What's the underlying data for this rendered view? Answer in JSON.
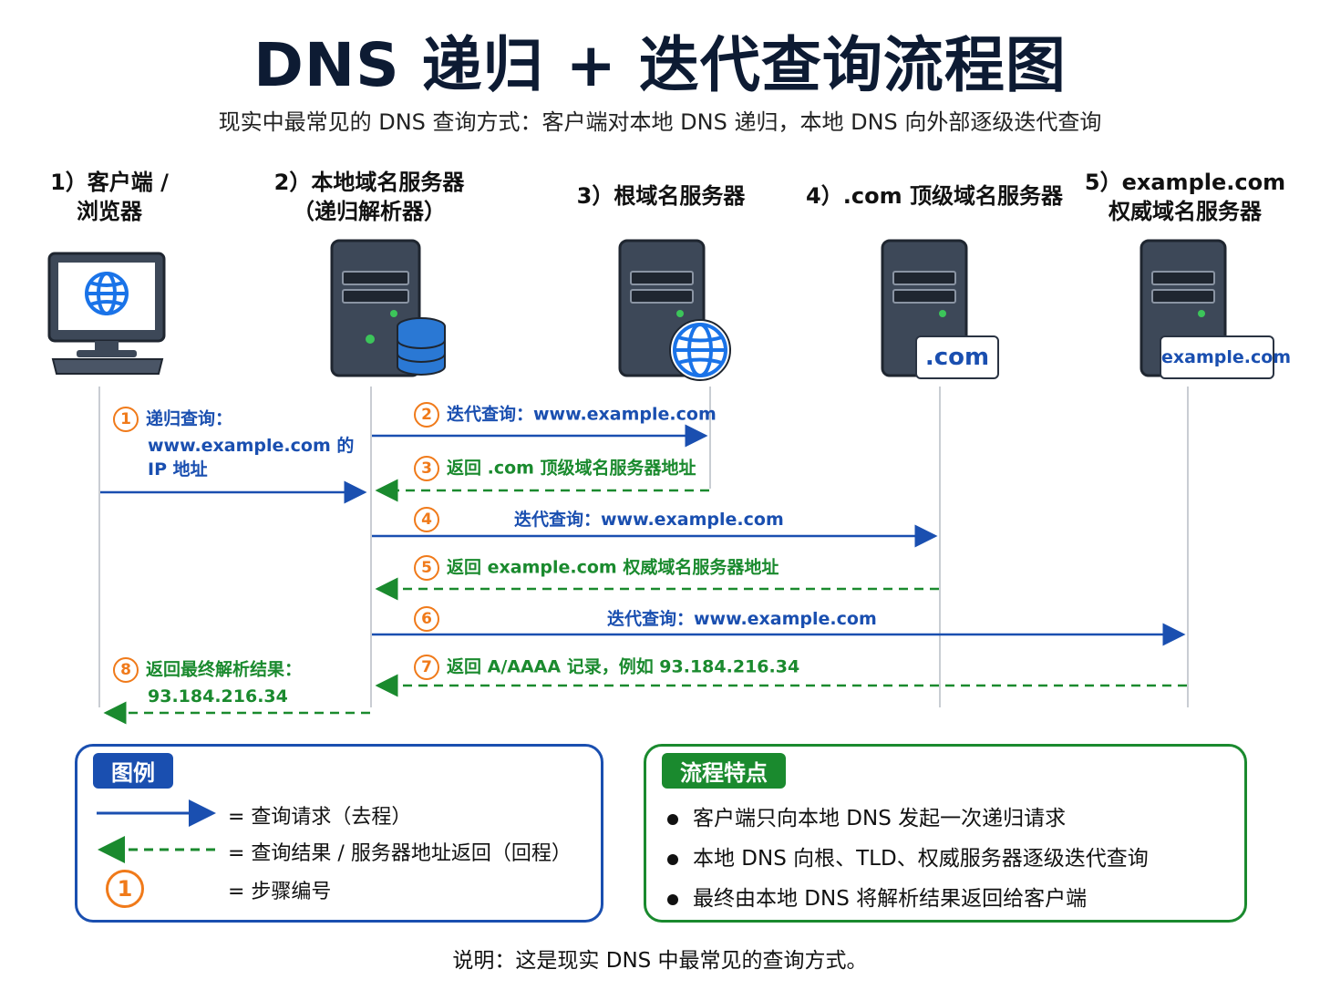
{
  "title": "DNS 递归 + 迭代查询流程图",
  "subtitle": "现实中最常见的 DNS 查询方式：客户端对本地 DNS 递归，本地 DNS 向外部逐级迭代查询",
  "actors": [
    {
      "line1": "1）客户端 /",
      "line2": "浏览器"
    },
    {
      "line1": "2）本地域名服务器",
      "line2": "（递归解析器）"
    },
    {
      "line1": "3）根域名服务器",
      "line2": ""
    },
    {
      "line1": "4）.com 顶级域名服务器",
      "line2": ""
    },
    {
      "line1": "5）example.com",
      "line2": "权威域名服务器"
    }
  ],
  "server_tags": {
    "com": ".com",
    "example": "example.com"
  },
  "messages": [
    {
      "step": "1",
      "lines": [
        "递归查询：",
        "www.example.com 的",
        "IP 地址"
      ],
      "kind": "request"
    },
    {
      "step": "2",
      "lines": [
        "迭代查询：www.example.com"
      ],
      "kind": "request"
    },
    {
      "step": "3",
      "lines": [
        "返回 .com 顶级域名服务器地址"
      ],
      "kind": "response"
    },
    {
      "step": "4",
      "lines": [
        "迭代查询：www.example.com"
      ],
      "kind": "request"
    },
    {
      "step": "5",
      "lines": [
        "返回 example.com 权威域名服务器地址"
      ],
      "kind": "response"
    },
    {
      "step": "6",
      "lines": [
        "迭代查询：www.example.com"
      ],
      "kind": "request"
    },
    {
      "step": "7",
      "lines": [
        "返回 A/AAAA 记录，例如 93.184.216.34"
      ],
      "kind": "response"
    },
    {
      "step": "8",
      "lines": [
        "返回最终解析结果：",
        "93.184.216.34"
      ],
      "kind": "response"
    }
  ],
  "legend": {
    "title": "图例",
    "items": [
      {
        "text": "= 查询请求（去程）"
      },
      {
        "text": "= 查询结果 / 服务器地址返回（回程）"
      },
      {
        "symbol": "1",
        "text": "= 步骤编号"
      }
    ]
  },
  "features": {
    "title": "流程特点",
    "items": [
      "客户端只向本地 DNS 发起一次递归请求",
      "本地 DNS 向根、TLD、权威服务器逐级迭代查询",
      "最终由本地 DNS 将解析结果返回给客户端"
    ]
  },
  "footer": "说明：这是现实 DNS 中最常见的查询方式。",
  "colors": {
    "request": "#1a4fb0",
    "response": "#1a8a2e",
    "step": "#f07a1a",
    "legend_border": "#1a4fb0",
    "feature_border": "#1a8a2e"
  }
}
